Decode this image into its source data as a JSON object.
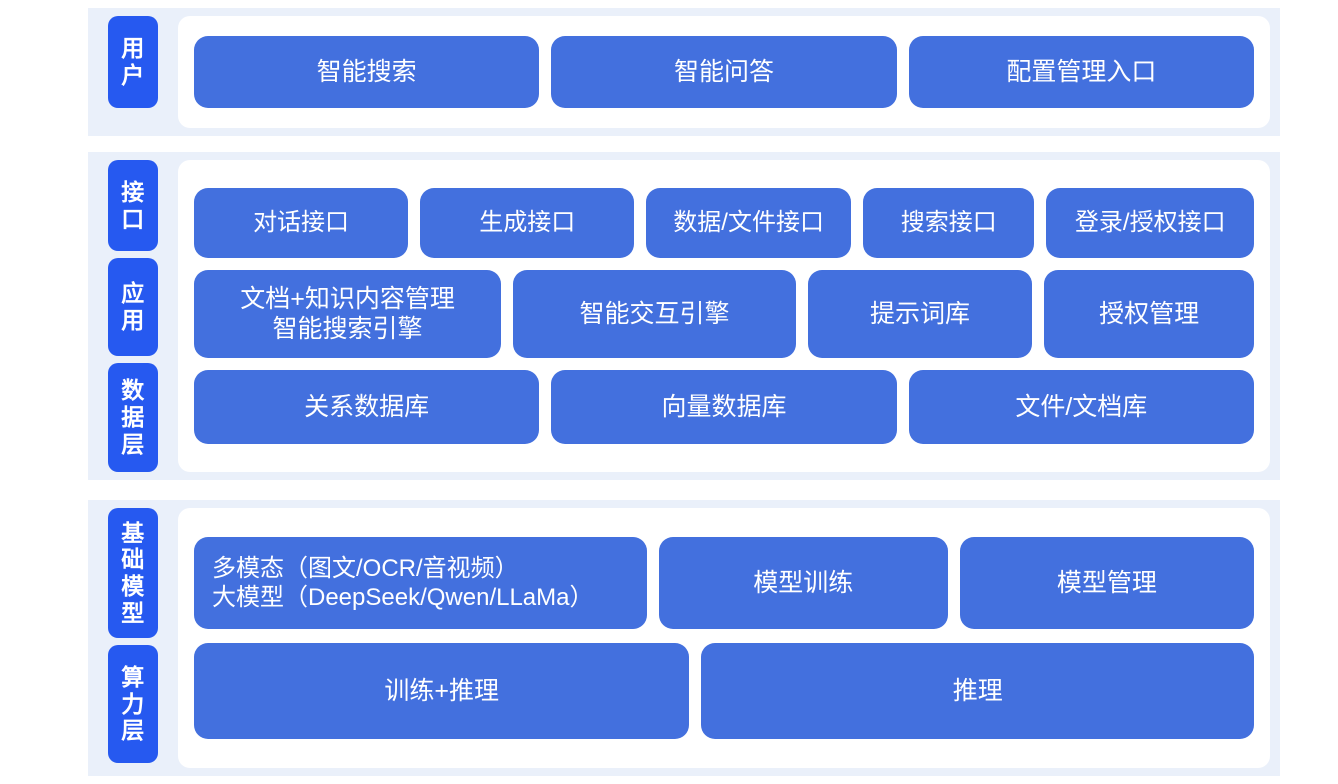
{
  "theme": {
    "page_background": "#ffffff",
    "band_background": "#eaf0fa",
    "panel_background": "#ffffff",
    "tab_color": "#2659f0",
    "card_color": "#4370de",
    "text_color": "#ffffff"
  },
  "sections": [
    {
      "id": "user",
      "tabs": [
        {
          "label": "用户"
        }
      ],
      "rows": [
        {
          "id": "user-entries",
          "cards": [
            {
              "label": "智能搜索",
              "flex": 1
            },
            {
              "label": "智能问答",
              "flex": 1
            },
            {
              "label": "配置管理入口",
              "flex": 1
            }
          ]
        }
      ]
    },
    {
      "id": "mid",
      "tabs": [
        {
          "label": "接口"
        },
        {
          "label": "应用"
        },
        {
          "label": "数据层"
        }
      ],
      "rows": [
        {
          "id": "api-row",
          "cards": [
            {
              "label": "对话接口",
              "flex": 2.05
            },
            {
              "label": "生成接口",
              "flex": 2.05
            },
            {
              "label": "数据/文件接口",
              "flex": 1.95
            },
            {
              "label": "搜索接口",
              "flex": 1.6
            },
            {
              "label": "登录/授权接口",
              "flex": 1.98
            }
          ]
        },
        {
          "id": "app-row",
          "cards": [
            {
              "label": "文档+知识内容管理\n智能搜索引擎",
              "flex": 2.95
            },
            {
              "label": "智能交互引擎",
              "flex": 2.7
            },
            {
              "label": "提示词库",
              "flex": 2.1
            },
            {
              "label": "授权管理",
              "flex": 1.95
            }
          ]
        },
        {
          "id": "data-row",
          "cards": [
            {
              "label": "关系数据库",
              "flex": 1
            },
            {
              "label": "向量数据库",
              "flex": 1
            },
            {
              "label": "文件/文档库",
              "flex": 1
            }
          ]
        }
      ]
    },
    {
      "id": "base",
      "tabs": [
        {
          "label": "基础模型"
        },
        {
          "label": "算力层"
        }
      ],
      "rows": [
        {
          "id": "model-row",
          "cards": [
            {
              "label": "多模态（图文/OCR/音视频）\n大模型（DeepSeek/Qwen/LLaMa）",
              "flex": 1.58,
              "variant": "multimodal"
            },
            {
              "label": "模型训练",
              "flex": 1.0
            },
            {
              "label": "模型管理",
              "flex": 1.02
            }
          ]
        },
        {
          "id": "compute-row",
          "cards": [
            {
              "label": "训练+推理",
              "flex": 1
            },
            {
              "label": "推理",
              "flex": 1.12
            }
          ]
        }
      ]
    }
  ]
}
